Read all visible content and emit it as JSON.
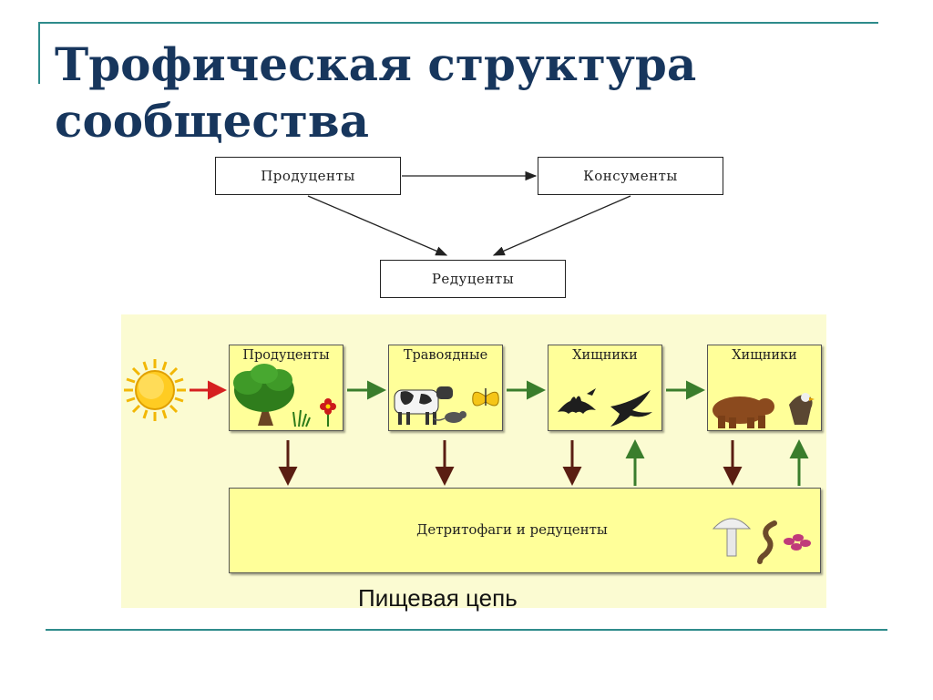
{
  "title": "Трофическая структура сообщества",
  "scheme": {
    "producers": "Продуценты",
    "consumers": "Консументы",
    "reducers": "Редуценты"
  },
  "food_chain": {
    "levels": [
      "Продуценты",
      "Травоядные",
      "Хищники",
      "Хищники"
    ],
    "decomposers": "Детритофаги и редуценты",
    "caption": "Пищевая цепь"
  },
  "colors": {
    "title": "#17365d",
    "frame": "#2e8b8b",
    "panel": "#fbfbd2",
    "level_box": "#ffff99",
    "arrow_green": "#3a7d2c",
    "arrow_brown": "#5a1e12",
    "arrow_red": "#d62020"
  },
  "icons": [
    "sun-icon",
    "tree-icon",
    "cow-icon",
    "butterfly-icon",
    "mouse-icon",
    "bat-icon",
    "swallow-icon",
    "bear-icon",
    "eagle-icon",
    "mushroom-icon",
    "worm-icon",
    "grub-icon"
  ]
}
